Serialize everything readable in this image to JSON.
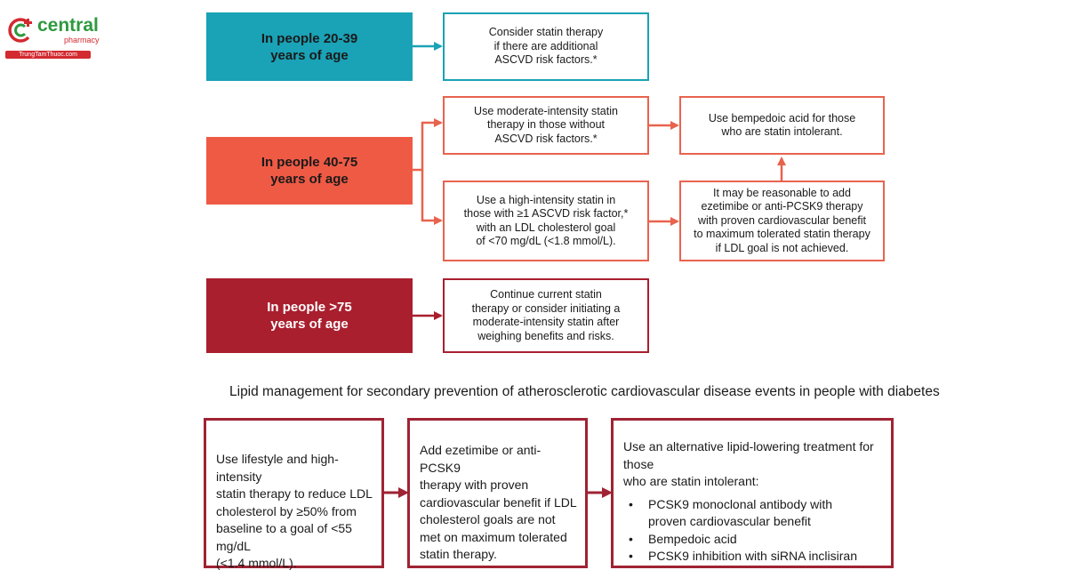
{
  "logo": {
    "brand": "central",
    "sub": "pharmacy",
    "site": "TrungTamThuoc.com"
  },
  "colors": {
    "teal": "#1aa2b6",
    "coral": "#ef5a45",
    "red": "#a91f2e",
    "dark_red": "#9f2333"
  },
  "primary": {
    "age_20_39": "In people 20-39\nyears of age",
    "age_20_39_note": "Consider statin therapy\nif there are additional\nASCVD risk factors.*",
    "age_40_75": "In people 40-75\nyears of age",
    "age_40_75_moderate": "Use moderate-intensity statin\ntherapy in those without\nASCVD risk factors.*",
    "age_40_75_high": "Use a high-intensity statin in\nthose with ≥1 ASCVD risk factor,*\nwith an LDL cholesterol goal\nof <70 mg/dL (<1.8 mmol/L).",
    "bempedoic": "Use bempedoic acid for those\nwho are statin intolerant.",
    "ezetimibe": "It may be reasonable to add\nezetimibe or anti-PCSK9 therapy\nwith proven cardiovascular benefit\nto maximum tolerated statin therapy\nif LDL goal is not achieved.",
    "age_over_75": "In people >75\nyears of age",
    "age_over_75_note": "Continue current statin\ntherapy or consider initiating a\nmoderate-intensity statin after\nweighing benefits and risks."
  },
  "secondary": {
    "title": "Lipid management for secondary prevention of atherosclerotic cardiovascular disease events in people with diabetes",
    "step1": "Use lifestyle and high-intensity\nstatin therapy to reduce LDL\ncholesterol by ≥50% from\nbaseline to a goal of <55 mg/dL\n(<1.4 mmol/L).",
    "step2": "Add ezetimibe or anti-PCSK9\ntherapy with proven\ncardiovascular benefit if LDL\ncholesterol goals are not\nmet on maximum tolerated\nstatin therapy.",
    "step3_intro": "Use an alternative lipid-lowering treatment for those\nwho are statin intolerant:",
    "step3_items": [
      "PCSK9 monoclonal antibody with\nproven cardiovascular benefit",
      "Bempedoic acid",
      "PCSK9 inhibition with siRNA inclisiran"
    ]
  }
}
